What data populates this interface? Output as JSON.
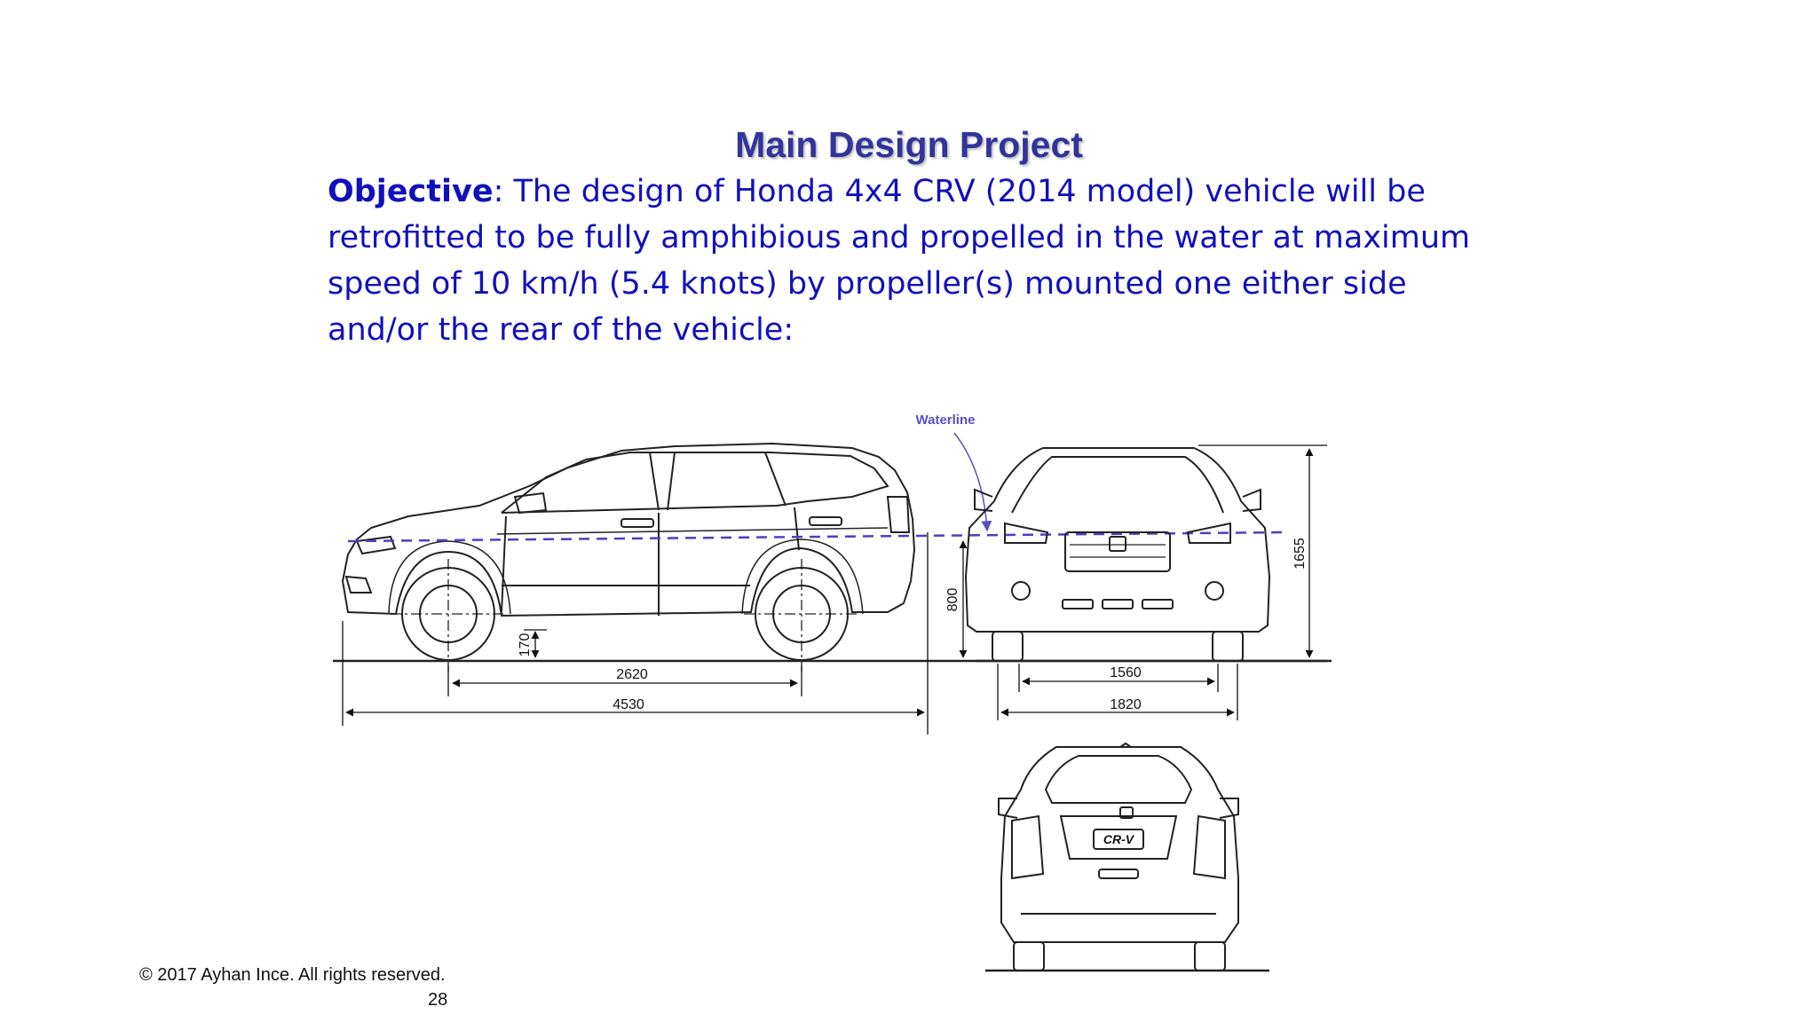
{
  "slide": {
    "title": "Main Design Project",
    "objective_label": "Objective",
    "objective_lines": [
      ": The design of Honda 4x4 CRV (2014 model) vehicle will be",
      "retrofitted to be fully amphibious and propelled in the water at maximum",
      "speed of 10 km/h (5.4 knots) by propeller(s) mounted one either side",
      "and/or the rear of the vehicle:"
    ],
    "copyright": "© 2017 Ayhan Ince.  All rights reserved.",
    "page_number": "28"
  },
  "drawing": {
    "waterline_label": "Waterline",
    "dims": {
      "ground_clearance": "170",
      "wheelbase": "2620",
      "overall_length": "4530",
      "waterline_height": "800",
      "track": "1560",
      "overall_width": "1820",
      "overall_height": "1655"
    },
    "badge": "CR-V",
    "waterline_color": "#4b3fc0"
  }
}
